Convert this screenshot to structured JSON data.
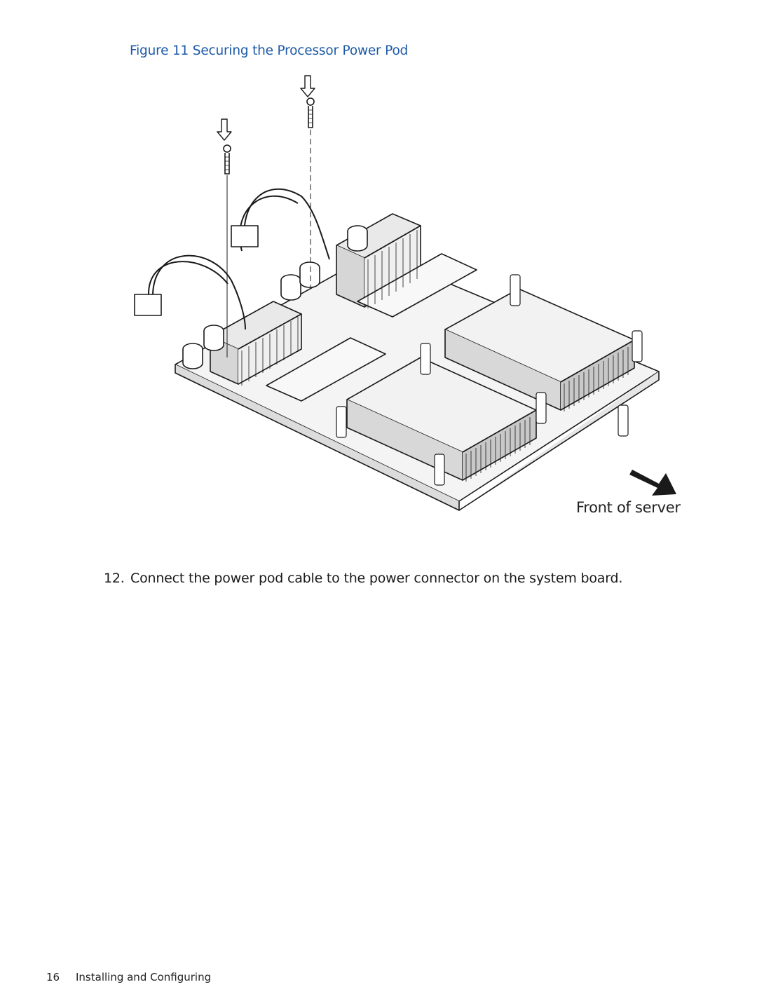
{
  "figure": {
    "caption": "Figure 11 Securing the Processor Power Pod",
    "front_label": "Front of server"
  },
  "step": {
    "number": "12.",
    "text": "Connect the power pod cable to the power connector on the system board."
  },
  "footer": {
    "page_number": "16",
    "section": "Installing and Configuring"
  },
  "colors": {
    "caption": "#1c5aa6",
    "line_art": "#1a1a1a",
    "shade": "#cfcfcf"
  }
}
